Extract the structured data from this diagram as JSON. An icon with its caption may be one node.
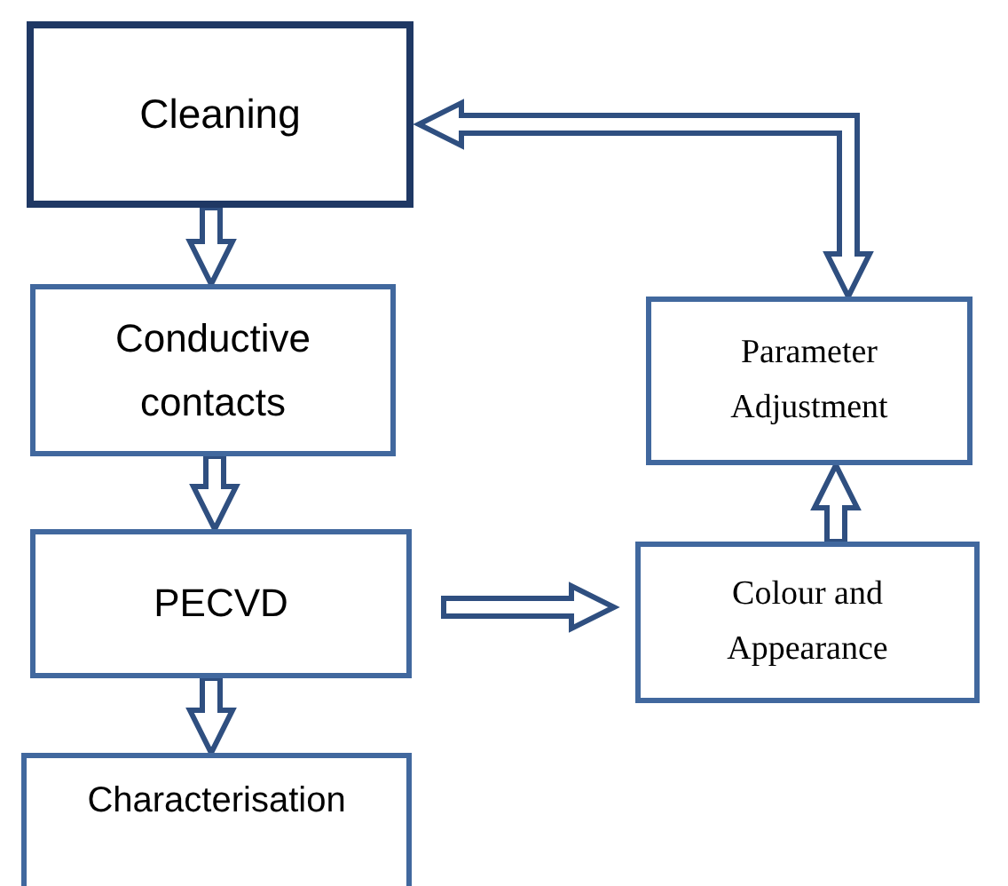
{
  "diagram": {
    "nodes": [
      {
        "text": [
          "Cleaning"
        ]
      },
      {
        "text": [
          "Conductive contacts"
        ]
      },
      {
        "text": [
          "PECVD"
        ]
      },
      {
        "text": [
          "Characterisation"
        ]
      },
      {
        "text": [
          "Parameter Adjustment"
        ]
      },
      {
        "text": [
          "Colour and Appearance"
        ]
      }
    ],
    "edges": [
      {
        "from": 0,
        "to": 1,
        "arrow": "to"
      },
      {
        "from": 1,
        "to": 2,
        "arrow": "to"
      },
      {
        "from": 2,
        "to": 3,
        "arrow": "to"
      },
      {
        "from": 2,
        "to": 5,
        "arrow": "to"
      },
      {
        "from": 5,
        "to": 4,
        "arrow": "to"
      },
      {
        "from": 4,
        "to": 0,
        "arrow": "both"
      }
    ]
  }
}
